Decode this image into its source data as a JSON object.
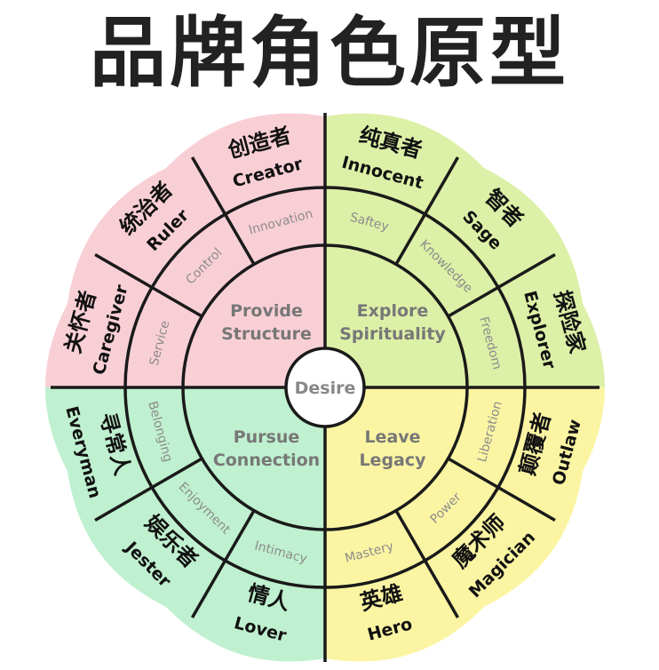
{
  "title": "品牌角色原型",
  "center": {
    "label": "Desire"
  },
  "quadrants": [
    {
      "key": "structure",
      "line1": "Provide",
      "line2": "Structure",
      "color": "#f9cfd6"
    },
    {
      "key": "spirituality",
      "line1": "Explore",
      "line2": "Spirituality",
      "color": "#ddf0a7"
    },
    {
      "key": "legacy",
      "line1": "Leave",
      "line2": "Legacy",
      "color": "#fbf5a3"
    },
    {
      "key": "connection",
      "line1": "Pursue",
      "line2": "Connection",
      "color": "#bff0cf"
    }
  ],
  "archetypes": [
    {
      "cn": "创造者",
      "en": "Creator",
      "trait": "Innovation"
    },
    {
      "cn": "纯真者",
      "en": "Innocent",
      "trait": "Saftey"
    },
    {
      "cn": "智者",
      "en": "Sage",
      "trait": "Knowledge"
    },
    {
      "cn": "探险家",
      "en": "Explorer",
      "trait": "Freedom"
    },
    {
      "cn": "颠覆者",
      "en": "Outlaw",
      "trait": "Liberation"
    },
    {
      "cn": "魔术师",
      "en": "Magician",
      "trait": "Power"
    },
    {
      "cn": "英雄",
      "en": "Hero",
      "trait": "Mastery"
    },
    {
      "cn": "情人",
      "en": "Lover",
      "trait": "Intimacy"
    },
    {
      "cn": "娱乐者",
      "en": "Jester",
      "trait": "Enjoyment"
    },
    {
      "cn": "寻常人",
      "en": "Everyman",
      "trait": "Belonging"
    },
    {
      "cn": "关怀者",
      "en": "Caregiver",
      "trait": "Service"
    },
    {
      "cn": "统治者",
      "en": "Ruler",
      "trait": "Control"
    }
  ]
}
